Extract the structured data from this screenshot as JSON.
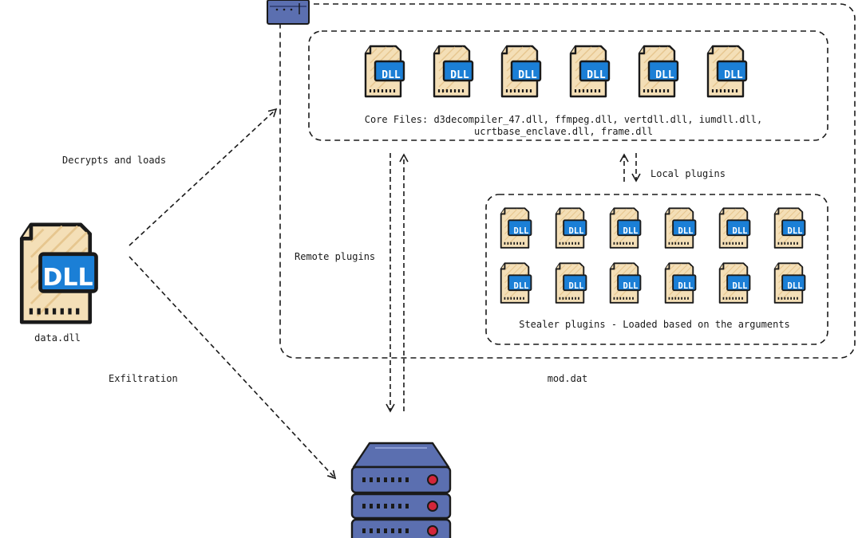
{
  "labels": {
    "decrypts": "Decrypts and loads",
    "exfiltration": "Exfiltration",
    "remote_plugins": "Remote plugins",
    "local_plugins": "Local plugins",
    "mod_dat": "mod.dat",
    "data_dll": "data.dll",
    "core_files_line1": "Core Files: d3decompiler_47.dll, ffmpeg.dll, vertdll.dll, iumdll.dll,",
    "core_files_line2": "ucrtbase_enclave.dll, frame.dll",
    "stealer_plugins": "Stealer plugins - Loaded based on the arguments"
  },
  "file_badge_text": "DLL",
  "core_files": [
    "d3decompiler_47.dll",
    "ffmpeg.dll",
    "vertdll.dll",
    "iumdll.dll",
    "ucrtbase_enclave.dll",
    "frame.dll"
  ],
  "stealer_plugin_grid": {
    "rows": 2,
    "columns": 6
  },
  "colors": {
    "file_body": "#f4dfb7",
    "file_stripe": "#e6c68f",
    "badge": "#1b7fd6",
    "server": "#5b6fb0",
    "server_dark": "#3f4f8a",
    "led": "#d3263a",
    "stroke": "#1a1a1a"
  },
  "icons": [
    "dll-file-icon",
    "server-icon",
    "container-tab-icon"
  ]
}
